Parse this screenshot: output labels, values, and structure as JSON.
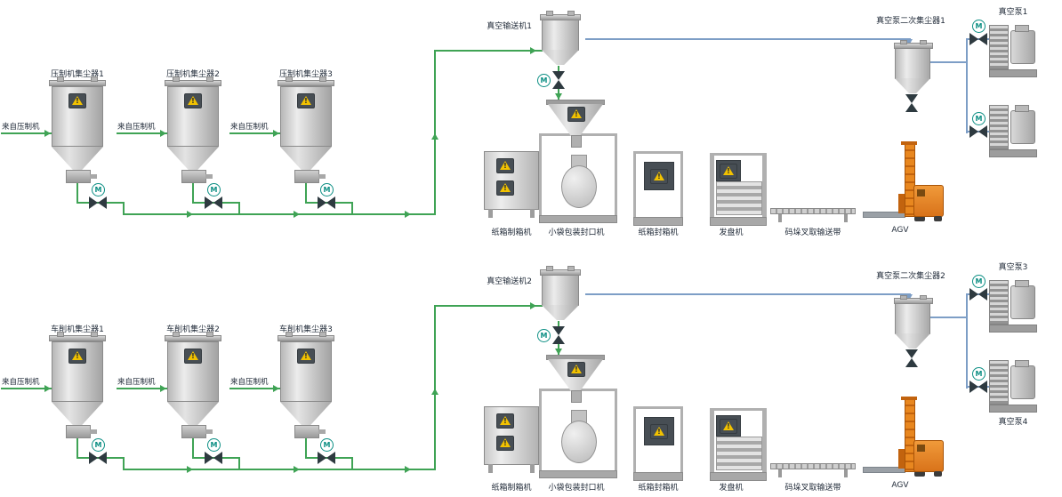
{
  "symbols": {
    "motor": "M"
  },
  "colors": {
    "pipe_green": "#3fa355",
    "pipe_blue": "#7d9ec6",
    "warning_yellow": "#f2c200",
    "warning_panel": "#474e54",
    "agv_orange": "#e8871f",
    "motor_teal": "#0d8f84"
  },
  "top": {
    "collectors": [
      {
        "label": "压制机集尘器1",
        "source": "来自压制机"
      },
      {
        "label": "压制机集尘器2",
        "source": "来自压制机"
      },
      {
        "label": "压制机集尘器3",
        "source": "来自压制机"
      }
    ],
    "conveyor_label": "真空输送机1",
    "secondary_collector_label": "真空泵二次集尘器1",
    "pumps": [
      {
        "label": "真空泵1"
      },
      {
        "label": ""
      }
    ],
    "equipment": [
      {
        "label": "纸箱制箱机"
      },
      {
        "label": "小袋包装封口机"
      },
      {
        "label": "纸箱封箱机"
      },
      {
        "label": "发盘机"
      },
      {
        "label": "码垛叉取输送带"
      },
      {
        "label": "AGV"
      }
    ]
  },
  "bottom": {
    "collectors": [
      {
        "label": "车削机集尘器1",
        "source": "来自压制机"
      },
      {
        "label": "车削机集尘器2",
        "source": "来自压制机"
      },
      {
        "label": "车削机集尘器3",
        "source": "来自压制机"
      }
    ],
    "conveyor_label": "真空输送机2",
    "secondary_collector_label": "真空泵二次集尘器2",
    "pumps": [
      {
        "label": "真空泵3"
      },
      {
        "label": "真空泵4"
      }
    ],
    "equipment": [
      {
        "label": "纸箱制箱机"
      },
      {
        "label": "小袋包装封口机"
      },
      {
        "label": "纸箱封箱机"
      },
      {
        "label": "发盘机"
      },
      {
        "label": "码垛叉取输送带"
      },
      {
        "label": "AGV"
      }
    ]
  }
}
